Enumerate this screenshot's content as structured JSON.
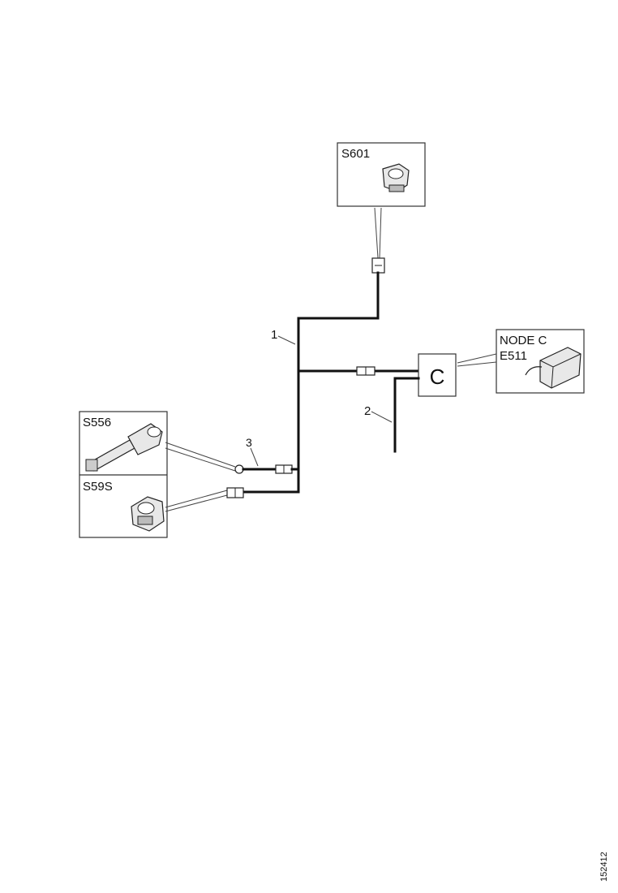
{
  "components": {
    "s601": {
      "label": "S601"
    },
    "s556": {
      "label": "S556"
    },
    "s59s": {
      "label": "S59S"
    },
    "node": {
      "line1": "NODE C",
      "line2": "E511"
    },
    "control_unit": {
      "label": "C"
    }
  },
  "callouts": {
    "one": "1",
    "two": "2",
    "three": "3"
  },
  "figure_id": "152412"
}
